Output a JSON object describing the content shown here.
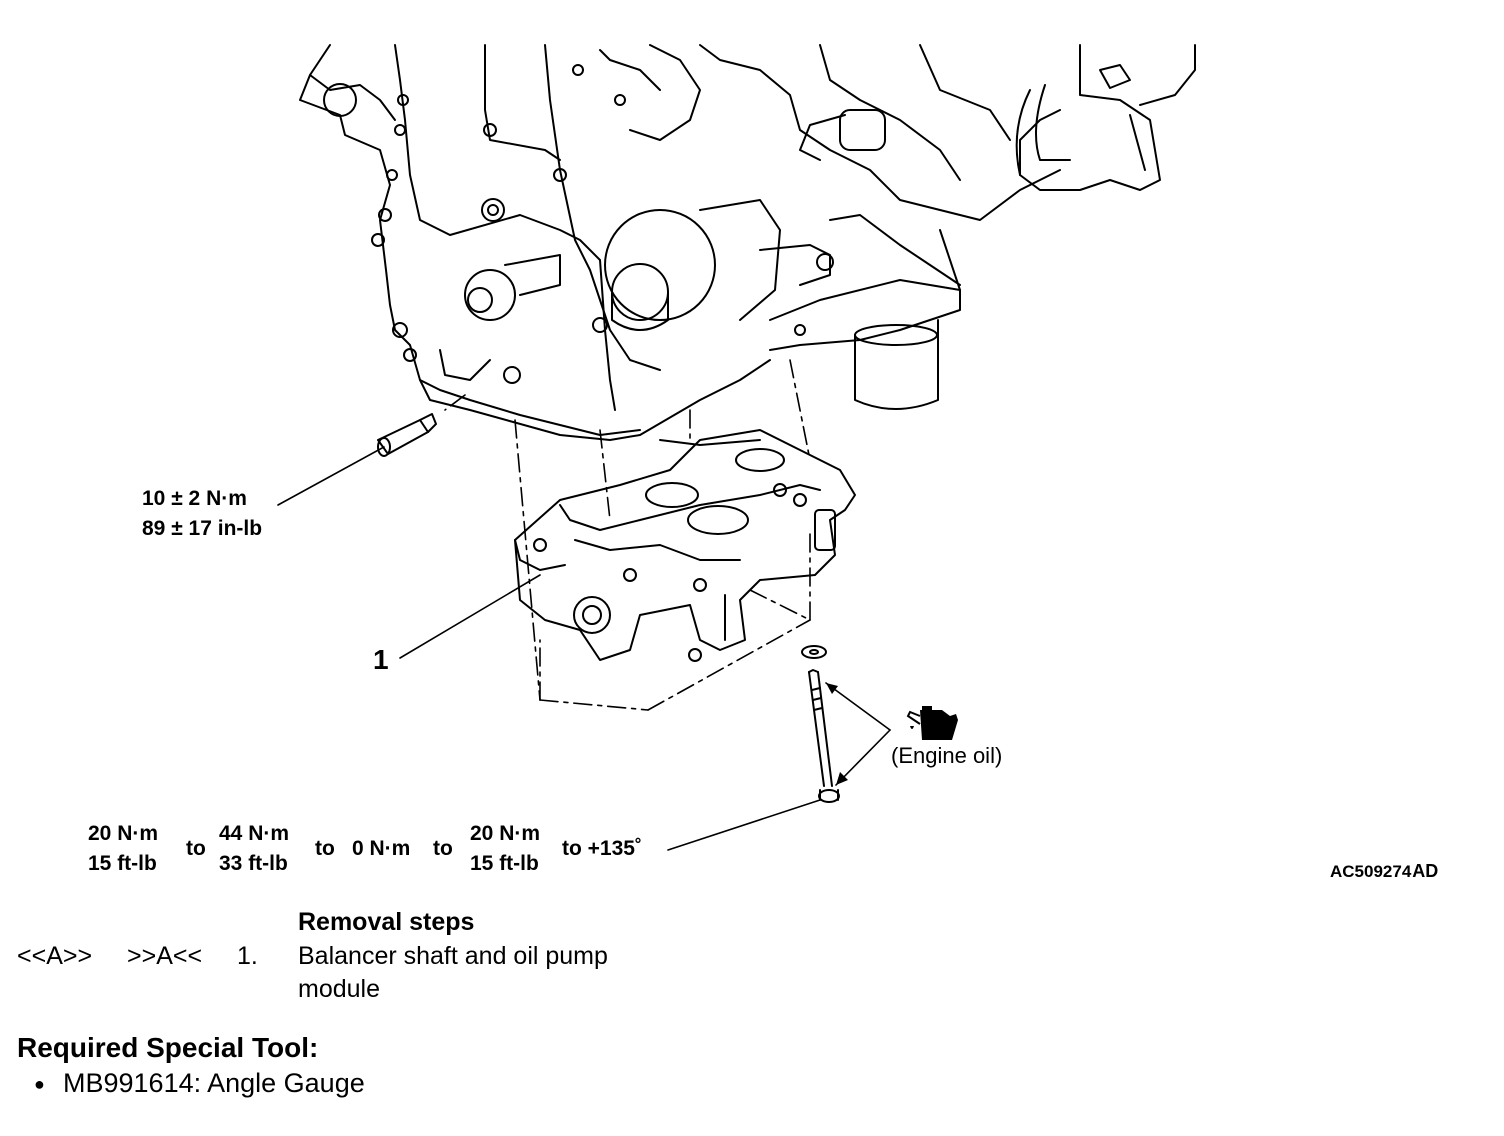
{
  "callouts": {
    "part_number": "1",
    "bracket_torque": {
      "line1": "10 ± 2 N·m",
      "line2": "89 ± 17 in-lb"
    },
    "bolt_torque": {
      "s1": {
        "line1": "20 N·m",
        "line2": "15 ft-lb"
      },
      "to1": "to",
      "s2": {
        "line1": "44 N·m",
        "line2": "33 ft-lb"
      },
      "to2": "to",
      "s3": "0 N·m",
      "to3": "to",
      "s4": {
        "line1": "20 N·m",
        "line2": "15 ft-lb"
      },
      "final": "to +135˚"
    },
    "lubricant": "(Engine oil)",
    "figure_code": "AC509274",
    "figure_suffix": "AD"
  },
  "removal": {
    "heading": "Removal steps",
    "steps": [
      {
        "removal_ref": "<<A>>",
        "install_ref": ">>A<<",
        "num": "1.",
        "line1": "Balancer shaft and oil pump",
        "line2": "module"
      }
    ]
  },
  "special_tool": {
    "heading": "Required Special Tool:",
    "bullet": "●",
    "items": [
      "MB991614: Angle Gauge"
    ]
  },
  "icons": {
    "oil_can": "oil-can-icon"
  }
}
